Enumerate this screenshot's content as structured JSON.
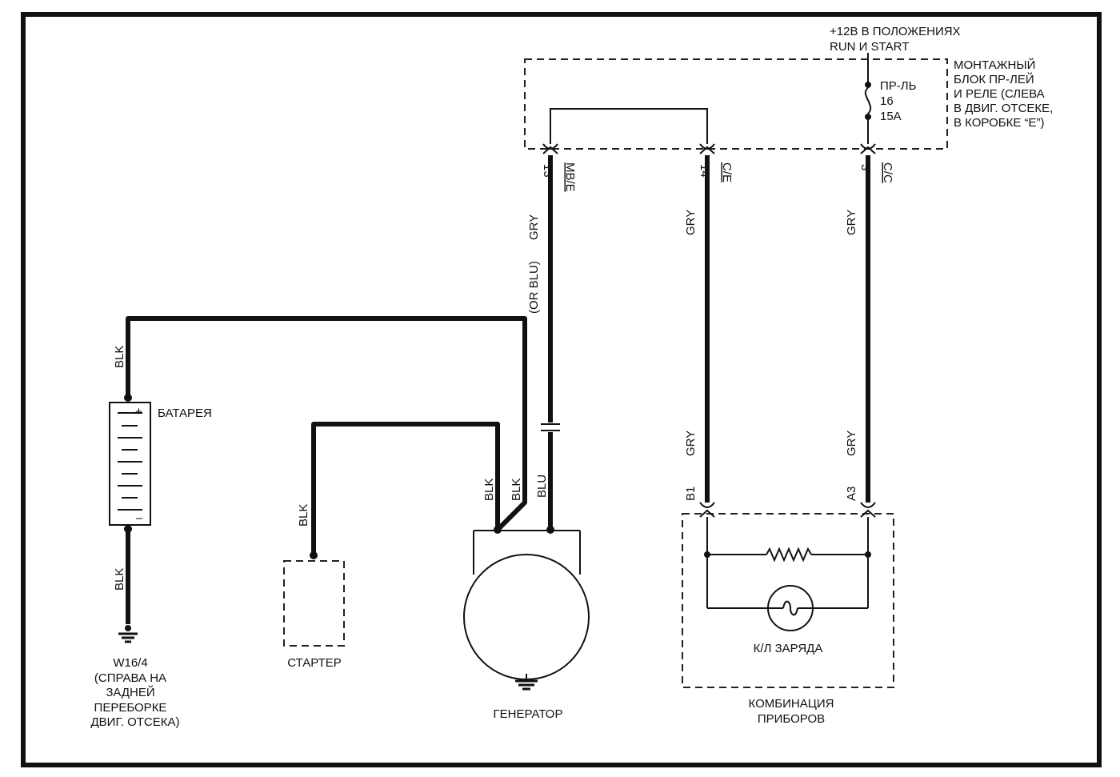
{
  "power": {
    "line1": "+12В В ПОЛОЖЕНИЯХ",
    "line2": "RUN И  START"
  },
  "fuse_box": {
    "lines": [
      "МОНТАЖНЫЙ",
      "БЛОК ПР-ЛЕЙ",
      "И  РЕЛЕ (СЛЕВА",
      "В ДВИГ. ОТСЕКЕ,",
      "В КОРОБКЕ “E”)"
    ],
    "fuse": {
      "name": "ПР-ЛЬ",
      "number": "16",
      "rating": "15A"
    }
  },
  "connectors": {
    "c13": {
      "pin": "13",
      "id": "MB/E"
    },
    "c14": {
      "pin": "14",
      "id": "C/E"
    },
    "c3": {
      "pin": "3",
      "id": "C/C"
    },
    "b1": "B1",
    "a3": "A3"
  },
  "wire_colors": {
    "gry": "GRY",
    "or_blu": "(OR BLU)",
    "blu": "BLU",
    "blk": "BLK"
  },
  "components": {
    "battery": "БАТАРЕЯ",
    "starter": "СТАРТЕР",
    "generator": "ГЕНЕРАТОР",
    "charge_lamp": "К/Л ЗАРЯДА",
    "cluster": [
      "КОМБИНАЦИЯ",
      "ПРИБОРОВ"
    ],
    "ground": [
      "W16/4",
      "(СПРАВА НА",
      "ЗАДНЕЙ",
      "ПЕРЕБОРКЕ",
      "ДВИГ. ОТСЕКА)"
    ]
  },
  "battery_terminals": {
    "plus": "+",
    "minus": "–"
  }
}
